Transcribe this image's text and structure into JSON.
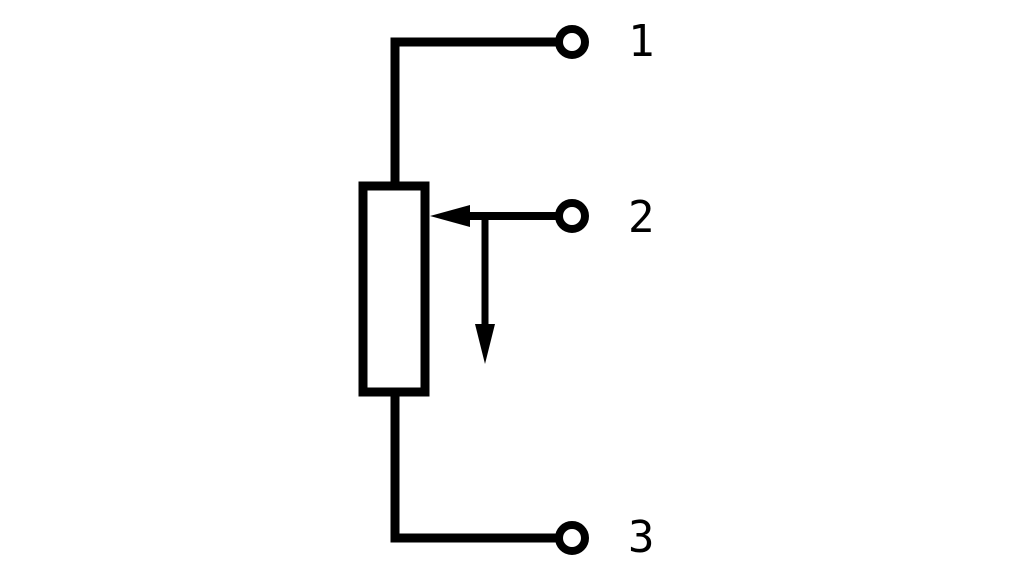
{
  "diagram": {
    "type": "potentiometer-schematic",
    "stroke_color": "#000000",
    "background_color": "#ffffff",
    "terminals": [
      {
        "id": "t1",
        "label": "1"
      },
      {
        "id": "t2",
        "label": "2"
      },
      {
        "id": "t3",
        "label": "3"
      }
    ]
  }
}
